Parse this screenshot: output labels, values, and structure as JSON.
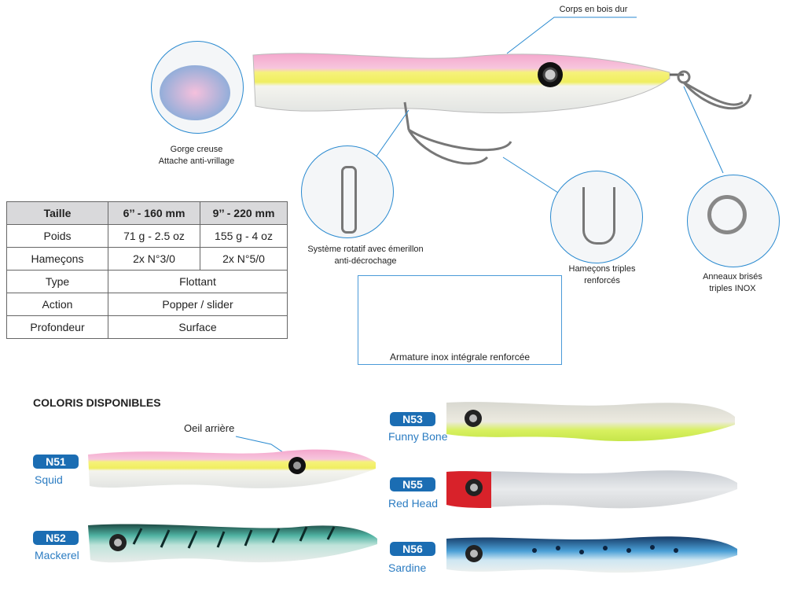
{
  "callouts": {
    "body": "Corps en bois dur",
    "gorge": [
      "Gorge creuse",
      "Attache anti-vrillage"
    ],
    "swivel": [
      "Système rotatif avec émerillon",
      "anti-décrochage"
    ],
    "hooks": [
      "Hameçons triples",
      "renforcés"
    ],
    "rings": [
      "Anneaux brisés",
      "triples INOX"
    ],
    "armature": "Armature inox intégrale renforcée",
    "eye": "Oeil arrière"
  },
  "table": {
    "header": [
      "Taille",
      "6’’ - 160 mm",
      "9’’ - 220 mm"
    ],
    "rows": [
      {
        "label": "Poids",
        "values": [
          "71 g - 2.5 oz",
          "155 g - 4 oz"
        ]
      },
      {
        "label": "Hameçons",
        "values": [
          "2x N°3/0",
          "2x N°5/0"
        ]
      },
      {
        "label": "Type",
        "value": "Flottant"
      },
      {
        "label": "Action",
        "value": "Popper / slider"
      },
      {
        "label": "Profondeur",
        "value": "Surface"
      }
    ]
  },
  "colors_title": "COLORIS DISPONIBLES",
  "colors": [
    {
      "code": "N51",
      "name": "Squid"
    },
    {
      "code": "N52",
      "name": "Mackerel"
    },
    {
      "code": "N53",
      "name": "Funny Bone"
    },
    {
      "code": "N55",
      "name": "Red Head"
    },
    {
      "code": "N56",
      "name": "Sardine"
    }
  ],
  "accent": "#1b6db3"
}
